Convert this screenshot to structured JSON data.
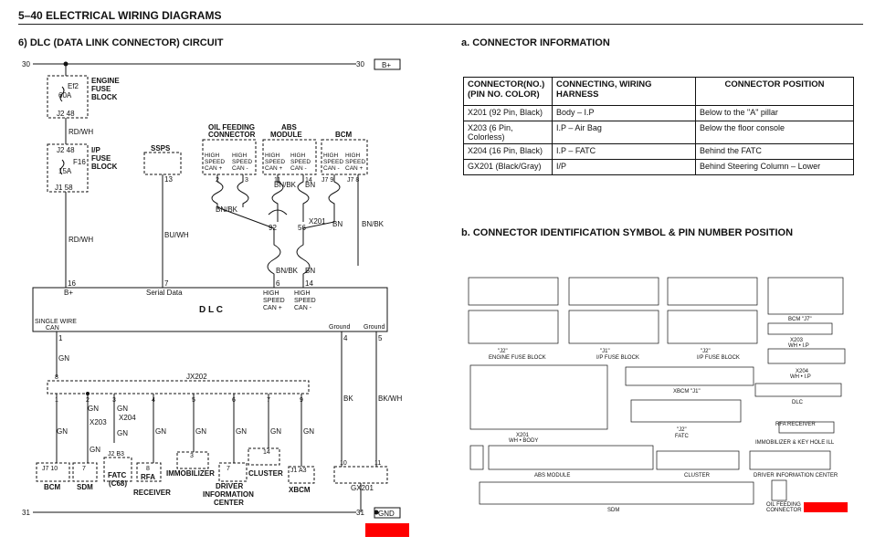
{
  "header": {
    "title": "5–40  ELECTRICAL WIRING DIAGRAMS"
  },
  "circuit": {
    "title": "6) DLC (DATA LINK CONNECTOR) CIRCUIT",
    "bus_top_left": "30",
    "bus_top_right": "30",
    "bus_top_tag": "B+",
    "fuse1": {
      "name": "Ef2",
      "rating": "60A",
      "label1": "ENGINE",
      "label2": "FUSE",
      "label3": "BLOCK",
      "pin_label": "J2  48"
    },
    "wire_rdwh_1": "RD/WH",
    "fuse2": {
      "pin_top": "J2  48",
      "name": "F16",
      "rating": "15A",
      "label1": "I/P",
      "label2": "FUSE",
      "label3": "BLOCK",
      "pin_bottom": "J1  58"
    },
    "wire_rdwh_2": "RD/WH",
    "ssps": {
      "name": "SSPS",
      "pin": "13"
    },
    "wire_buwh": "BU/WH",
    "oil_feeding": {
      "title1": "OIL FEEDING",
      "title2": "CONNECTOR",
      "hs1": "HIGH",
      "hs2": "SPEED",
      "hs3": "CAN +",
      "hs4": "HIGH",
      "hs5": "SPEED",
      "hs6": "CAN -",
      "pin_a": "2",
      "pin_b": "3"
    },
    "abs": {
      "title1": "ABS",
      "title2": "MODULE",
      "hs1": "HIGH",
      "hs2": "SPEED",
      "hs3": "CAN +",
      "hs4": "HIGH",
      "hs5": "SPEED",
      "hs6": "CAN -",
      "pin_a": "11",
      "pin_b": "14"
    },
    "bcm_top": {
      "title1": "BCM",
      "hs1": "HIGH",
      "hs2": "SPEED",
      "hs3": "CAN -",
      "hs4": "HIGH",
      "hs5": "SPEED",
      "hs6": "CAN +",
      "pin_a": "J7  9",
      "pin_b": "J7  8"
    },
    "bnbk": "BN/BK",
    "bn": "BN",
    "x201": "X201",
    "x201_pin_a": "92",
    "x201_pin_b": "56",
    "dlc": {
      "name": "D L C",
      "pin16": "16",
      "bplus": "B+",
      "pin7": "7",
      "serial": "Serial Data",
      "pin6": "6",
      "pin14": "14",
      "hsp1": "HIGH",
      "hsp2": "SPEED",
      "hsp3": "CAN +",
      "hsm1": "HIGH",
      "hsm2": "SPEED",
      "hsm3": "CAN -",
      "single1": "SINGLE WIRE",
      "single2": "CAN",
      "pin1": "1",
      "ground1": "Ground",
      "ground2": "Ground",
      "pin4": "4",
      "pin5": "5"
    },
    "gn": "GN",
    "bk": "BK",
    "bkwh": "BK/WH",
    "jx202": "JX202",
    "jx_pins": [
      "8",
      "1",
      "2",
      "3",
      "4",
      "5",
      "6",
      "7",
      "9"
    ],
    "x203": "X203",
    "x204": "X204",
    "bottom_modules": [
      {
        "name": "BCM",
        "pin": "J7  10"
      },
      {
        "name": "SDM",
        "pin": "7"
      },
      {
        "name": "FATC",
        "sub": "(C68)",
        "pin": "J2  B3"
      },
      {
        "name": "RFA",
        "sub": "RECEIVER",
        "pin": "8"
      },
      {
        "name": "IMMOBILIZER",
        "pin": "3"
      },
      {
        "name": "DRIVER",
        "sub": "INFORMATION",
        "sub2": "CENTER",
        "pin": "7"
      },
      {
        "name": "CLUSTER",
        "pin": "14"
      },
      {
        "name": "XBCM",
        "pin": "J1  A3"
      }
    ],
    "gx201": {
      "name": "GX201",
      "pin_a": "10",
      "pin_b": "11"
    },
    "bus_bottom_left": "31",
    "bus_bottom_right": "31",
    "bus_bottom_tag": "GND"
  },
  "connector_info": {
    "title": "a. CONNECTOR INFORMATION",
    "headers": [
      "CONNECTOR(NO.)\n(PIN NO. COLOR)",
      "CONNECTING, WIRING HARNESS",
      "CONNECTOR POSITION"
    ],
    "rows": [
      [
        "X201 (92 Pin, Black)",
        "Body – I.P",
        "Below to the \"A\" pillar"
      ],
      [
        "X203 (6 Pin, Colorless)",
        "I.P – Air Bag",
        "Below the floor console"
      ],
      [
        "X204 (16 Pin, Black)",
        "I.P – FATC",
        "Behind the FATC"
      ],
      [
        "GX201 (Black/Gray)",
        "I/P",
        "Behind Steering Column – Lower"
      ]
    ]
  },
  "connector_id": {
    "title": "b. CONNECTOR IDENTIFICATION SYMBOL & PIN NUMBER POSITION",
    "labels": {
      "engine_fuse": "ENGINE FUSE BLOCK",
      "ip_fuse": "I/P FUSE BLOCK",
      "ip_fuse2": "I/P FUSE BLOCK",
      "j2_1": "\"J2\"",
      "j1_1": "\"J1\"",
      "j2_2": "\"J2\"",
      "bcm_j7": "BCM \"J7\"",
      "x203": "X203",
      "wh_ip_1": "WH • I.P",
      "x204": "X204",
      "wh_ip_2": "WH • I.P",
      "dlc": "DLC",
      "rfa": "RFA RECEIVER",
      "immob": "IMMOBILIZER & KEY HOLE ILL",
      "x201": "X201",
      "wh_body": "WH • BODY",
      "xbcm": "XBCM \"J1\"",
      "fatc_j2": "\"J2\"",
      "fatc": "FATC",
      "abs": "ABS MODULE",
      "cluster": "CLUSTER",
      "dic": "DRIVER INFORMATION CENTER",
      "sdm": "SDM",
      "oil1": "OIL FEEDING",
      "oil2": "CONNECTOR"
    }
  },
  "colors": {
    "redbar": "#ff0000",
    "ink": "#111111"
  }
}
